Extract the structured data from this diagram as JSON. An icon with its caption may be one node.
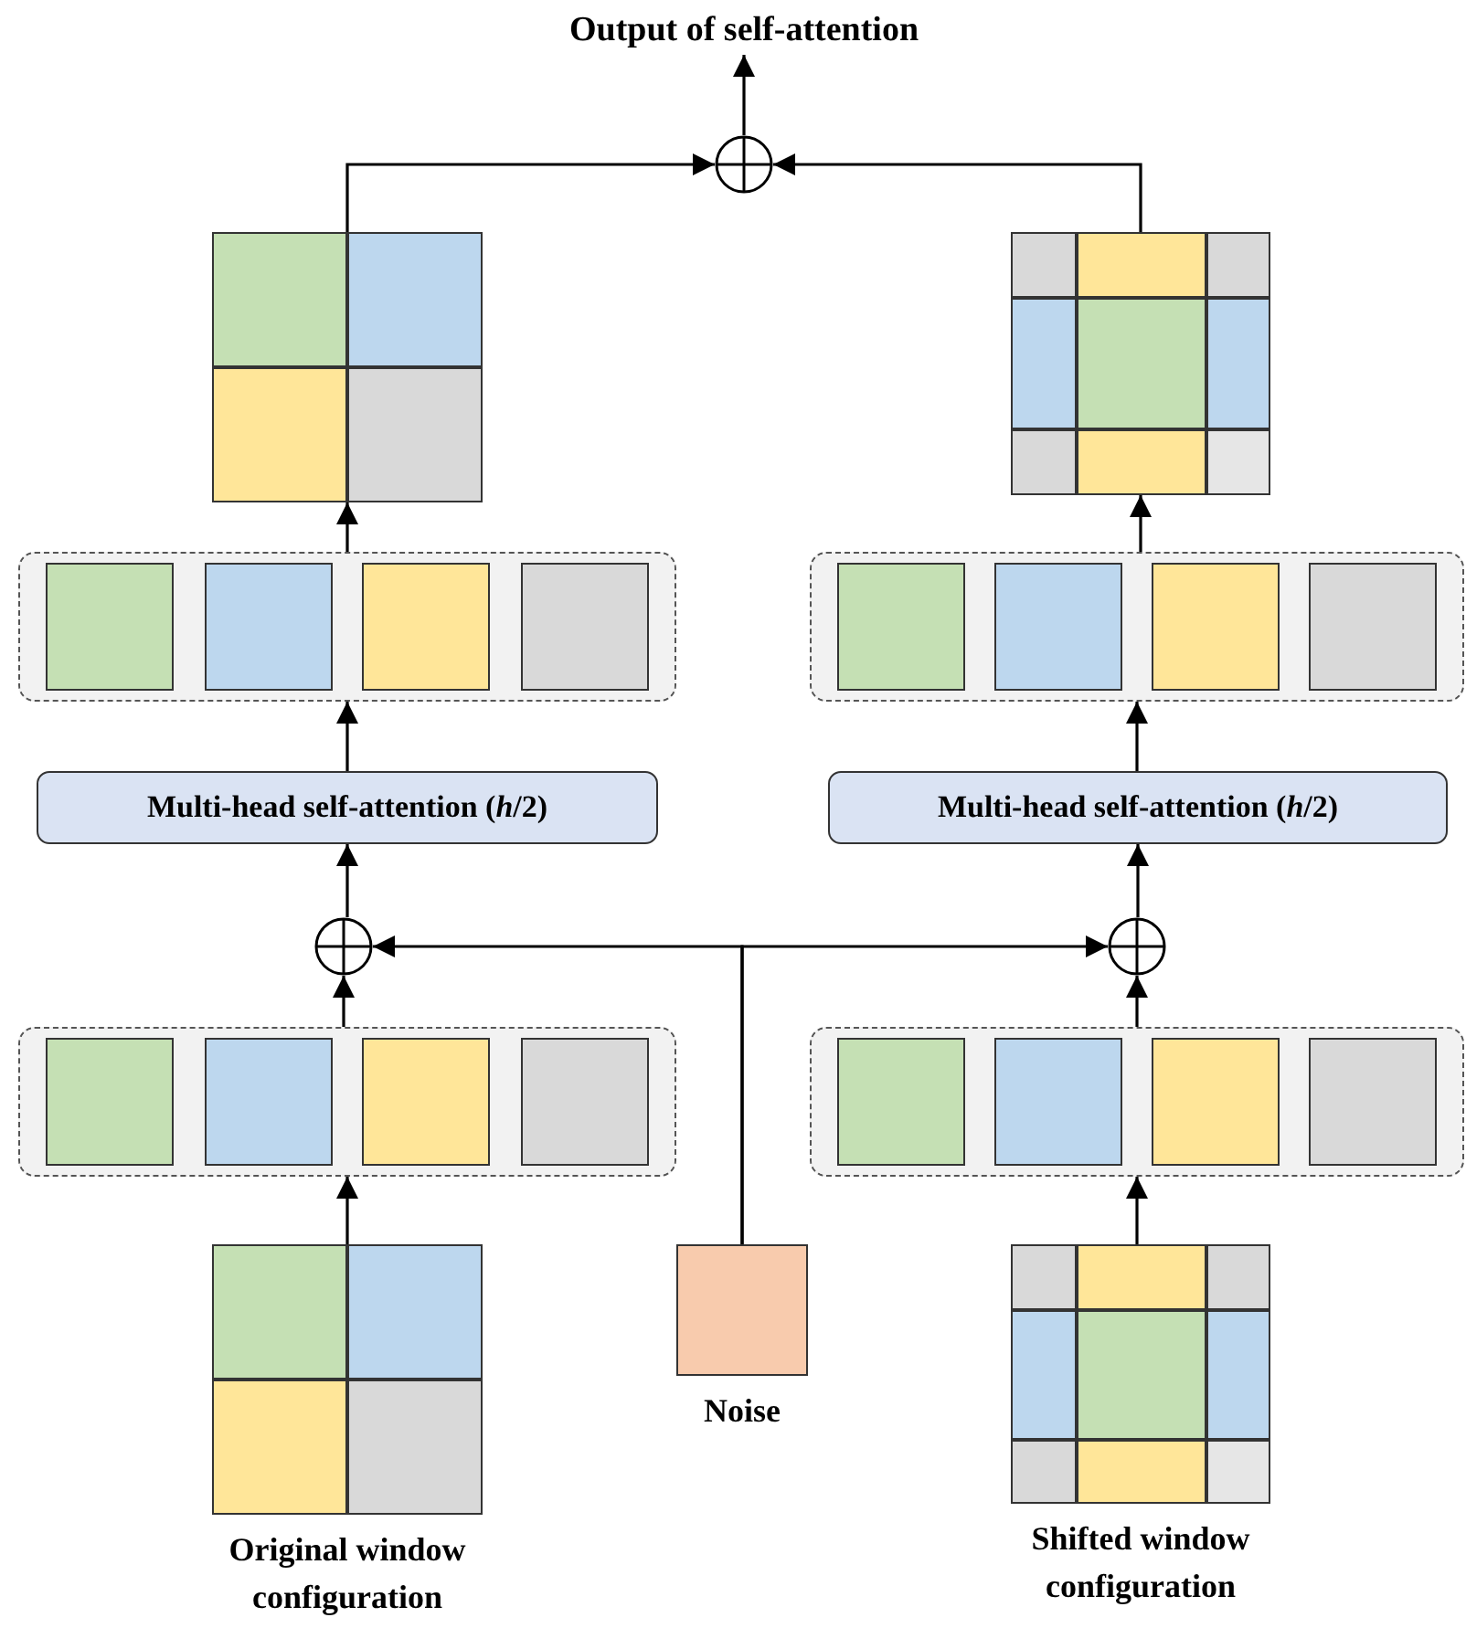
{
  "diagram": {
    "nodes": [
      {
        "text": [
          "Output of self-attention"
        ]
      },
      {
        "text": [],
        "shape": "circle"
      },
      {
        "text": [],
        "shape": "box"
      },
      {
        "text": [],
        "shape": "box"
      },
      {
        "text": [],
        "shape": "box"
      },
      {
        "text": [],
        "shape": "box"
      },
      {
        "text": [
          "Multi-head self-attention (*h*/2)"
        ]
      },
      {
        "text": [
          "Multi-head self-attention (*h*/2)"
        ]
      },
      {
        "text": [],
        "shape": "circle"
      },
      {
        "text": [],
        "shape": "circle"
      },
      {
        "text": [],
        "shape": "box"
      },
      {
        "text": [],
        "shape": "box"
      },
      {
        "text": [],
        "shape": "box",
        "beside": [
          "Original window configuration"
        ]
      },
      {
        "text": [],
        "shape": "box",
        "beside": [
          "Noise"
        ]
      },
      {
        "text": [],
        "shape": "box",
        "beside": [
          "Shifted window configuration"
        ]
      }
    ],
    "edges": [
      {
        "from": 1,
        "to": 0,
        "arrow": "to"
      },
      {
        "from": 2,
        "to": 1,
        "arrow": "to"
      },
      {
        "from": 3,
        "to": 1,
        "arrow": "to"
      },
      {
        "from": 4,
        "to": 2,
        "arrow": "to"
      },
      {
        "from": 5,
        "to": 3,
        "arrow": "to"
      },
      {
        "from": 6,
        "to": 4,
        "arrow": "to"
      },
      {
        "from": 7,
        "to": 5,
        "arrow": "to"
      },
      {
        "from": 8,
        "to": 6,
        "arrow": "to"
      },
      {
        "from": 9,
        "to": 7,
        "arrow": "to"
      },
      {
        "from": 10,
        "to": 8,
        "arrow": "to"
      },
      {
        "from": 11,
        "to": 9,
        "arrow": "to"
      },
      {
        "from": 12,
        "to": 10,
        "arrow": "to"
      },
      {
        "from": 14,
        "to": 11,
        "arrow": "to"
      },
      {
        "from": 13,
        "to": 8,
        "arrow": "to"
      },
      {
        "from": 13,
        "to": 9,
        "arrow": "to"
      }
    ]
  }
}
